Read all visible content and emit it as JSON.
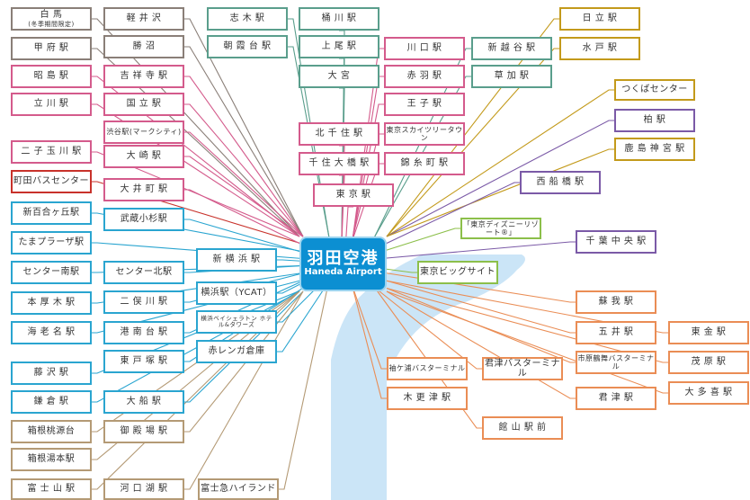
{
  "colors": {
    "gray": "#8a7f78",
    "teal": "#5a9e8c",
    "pink": "#d45b8c",
    "gold": "#c39a1b",
    "purple": "#7b5aa7",
    "cyan": "#2aa5d0",
    "green": "#8cbf4a",
    "orange": "#ea8d55",
    "tan": "#b49a75",
    "red": "#c8322b",
    "bay": "#cbe5f7"
  },
  "hub": {
    "name_ja": "羽田空港",
    "name_en": "Haneda Airport"
  },
  "stations": [
    {
      "id": "hakuba",
      "label": "白 馬",
      "sub": "(冬季期間限定)",
      "color": "gray"
    },
    {
      "id": "kofu",
      "label": "甲 府 駅",
      "color": "gray"
    },
    {
      "id": "akishima",
      "label": "昭 島 駅",
      "color": "pink"
    },
    {
      "id": "tachikawa",
      "label": "立 川 駅",
      "color": "pink"
    },
    {
      "id": "futakotamagawa",
      "label": "二 子 玉 川 駅",
      "color": "pink"
    },
    {
      "id": "machida",
      "label": "町田バスセンター",
      "color": "red"
    },
    {
      "id": "shinyurigaoka",
      "label": "新百合ヶ丘駅",
      "color": "cyan"
    },
    {
      "id": "tamaplaza",
      "label": "たまプラーザ駅",
      "color": "cyan"
    },
    {
      "id": "center_minami",
      "label": "センター南駅",
      "color": "cyan"
    },
    {
      "id": "honatsugi",
      "label": "本 厚 木 駅",
      "color": "cyan"
    },
    {
      "id": "ebina",
      "label": "海 老 名 駅",
      "color": "cyan"
    },
    {
      "id": "fujisawa",
      "label": "藤 沢 駅",
      "color": "cyan"
    },
    {
      "id": "kamakura",
      "label": "鎌 倉 駅",
      "color": "cyan"
    },
    {
      "id": "hakone_togendai",
      "label": "箱根桃源台",
      "color": "tan"
    },
    {
      "id": "hakone_yumoto",
      "label": "箱根湯本駅",
      "color": "tan"
    },
    {
      "id": "fujisan",
      "label": "富 士 山 駅",
      "color": "tan"
    },
    {
      "id": "karuizawa",
      "label": "軽 井 沢",
      "color": "gray"
    },
    {
      "id": "katsunuma",
      "label": "勝 沼",
      "color": "gray"
    },
    {
      "id": "kichijoji",
      "label": "吉 祥 寺 駅",
      "color": "pink"
    },
    {
      "id": "kunitachi",
      "label": "国 立 駅",
      "color": "pink"
    },
    {
      "id": "shibuya",
      "label": "渋谷駅(マークシティ)",
      "color": "pink"
    },
    {
      "id": "osaki",
      "label": "大 崎 駅",
      "color": "pink"
    },
    {
      "id": "oimachi",
      "label": "大 井 町 駅",
      "color": "pink"
    },
    {
      "id": "musashikosugi",
      "label": "武蔵小杉駅",
      "color": "cyan"
    },
    {
      "id": "center_kita",
      "label": "センター北駅",
      "color": "cyan"
    },
    {
      "id": "futamatagawa",
      "label": "二 俣 川 駅",
      "color": "cyan"
    },
    {
      "id": "konandai",
      "label": "港 南 台 駅",
      "color": "cyan"
    },
    {
      "id": "higashitotsuka",
      "label": "東 戸 塚 駅",
      "color": "cyan"
    },
    {
      "id": "ofuna",
      "label": "大 船 駅",
      "color": "cyan"
    },
    {
      "id": "gotemba",
      "label": "御 殿 場 駅",
      "color": "tan"
    },
    {
      "id": "kawaguchiko",
      "label": "河 口 湖 駅",
      "color": "tan"
    },
    {
      "id": "fujikyu",
      "label": "富士急ハイランド",
      "color": "tan"
    },
    {
      "id": "shinyokohama",
      "label": "新 横 浜 駅",
      "color": "cyan"
    },
    {
      "id": "ycat",
      "label": "横浜駅（YCAT）",
      "color": "cyan"
    },
    {
      "id": "yokohama_hotels",
      "label": "横浜ベイシェラトン ホテル&タワーズ",
      "color": "cyan"
    },
    {
      "id": "akarenga",
      "label": "赤レンガ倉庫",
      "color": "cyan"
    },
    {
      "id": "shiki",
      "label": "志 木 駅",
      "color": "teal"
    },
    {
      "id": "asakadai",
      "label": "朝 霞 台 駅",
      "color": "teal"
    },
    {
      "id": "okegawa",
      "label": "桶 川 駅",
      "color": "teal"
    },
    {
      "id": "ageo",
      "label": "上 尾 駅",
      "color": "teal"
    },
    {
      "id": "omiya",
      "label": "大 宮",
      "color": "teal"
    },
    {
      "id": "kawaguchi",
      "label": "川 口 駅",
      "color": "pink"
    },
    {
      "id": "akabane",
      "label": "赤 羽 駅",
      "color": "pink"
    },
    {
      "id": "oji",
      "label": "王 子 駅",
      "color": "pink"
    },
    {
      "id": "kitasenju",
      "label": "北 千 住 駅",
      "color": "pink"
    },
    {
      "id": "senjuohashi",
      "label": "千 住 大 橋 駅",
      "color": "pink"
    },
    {
      "id": "tokyo",
      "label": "東 京 駅",
      "color": "pink"
    },
    {
      "id": "skytree",
      "label": "東京スカイツリータウン",
      "color": "pink"
    },
    {
      "id": "kinshicho",
      "label": "錦 糸 町 駅",
      "color": "pink"
    },
    {
      "id": "shinkoshigaya",
      "label": "新 越 谷 駅",
      "color": "teal"
    },
    {
      "id": "soka",
      "label": "草 加 駅",
      "color": "teal"
    },
    {
      "id": "hitachi",
      "label": "日 立 駅",
      "color": "gold"
    },
    {
      "id": "mito",
      "label": "水 戸 駅",
      "color": "gold"
    },
    {
      "id": "tsukuba",
      "label": "つくばセンター",
      "color": "gold"
    },
    {
      "id": "kashiwa",
      "label": "柏 駅",
      "color": "purple"
    },
    {
      "id": "kashimajingu",
      "label": "鹿 島 神 宮 駅",
      "color": "gold"
    },
    {
      "id": "nishifunabashi",
      "label": "西 船 橋 駅",
      "color": "purple"
    },
    {
      "id": "chibachuo",
      "label": "千 葉 中 央 駅",
      "color": "purple"
    },
    {
      "id": "disney",
      "label": "「東京ディズニーリゾート®」",
      "color": "green"
    },
    {
      "id": "bigsight",
      "label": "東京ビッグサイト",
      "color": "green"
    },
    {
      "id": "soga",
      "label": "蘇 我 駅",
      "color": "orange"
    },
    {
      "id": "goi",
      "label": "五 井 駅",
      "color": "orange"
    },
    {
      "id": "togane",
      "label": "東 金 駅",
      "color": "orange"
    },
    {
      "id": "ichiharatsurumai",
      "label": "市原鶴舞バスターミナル",
      "color": "orange"
    },
    {
      "id": "mobara",
      "label": "茂 原 駅",
      "color": "orange"
    },
    {
      "id": "otaki",
      "label": "大 多 喜 駅",
      "color": "orange"
    },
    {
      "id": "sodegaura",
      "label": "袖ケ浦バスターミナル",
      "color": "orange"
    },
    {
      "id": "kisarazu",
      "label": "木 更 津 駅",
      "color": "orange"
    },
    {
      "id": "kimitsu_bt",
      "label": "君津バスターミナル",
      "color": "orange"
    },
    {
      "id": "kimitsu",
      "label": "君 津 駅",
      "color": "orange"
    },
    {
      "id": "tateyama",
      "label": "館 山 駅 前",
      "color": "orange"
    }
  ]
}
